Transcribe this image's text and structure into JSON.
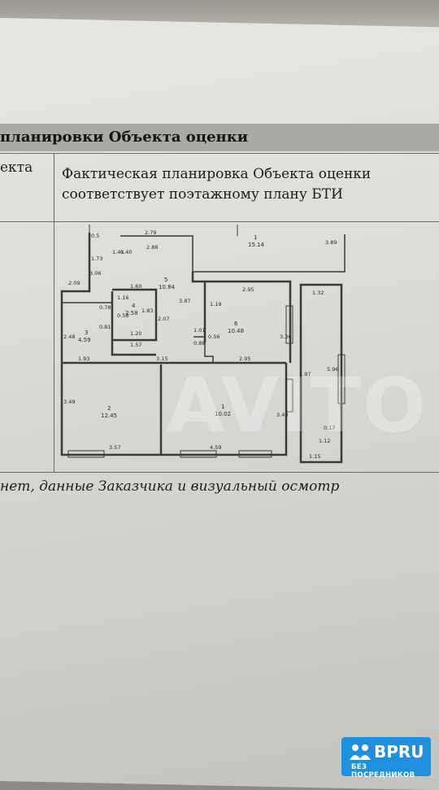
{
  "document": {
    "section_header": "планировки Объекта оценки",
    "row_label_fragment": "екта",
    "row_value_line1": "Фактическая планировка Объекта оценки",
    "row_value_line2": "соответствует поэтажному плану БТИ",
    "footnote": "нет, данные Заказчика и визуальный осмотр"
  },
  "floor_plan": {
    "rooms": [
      {
        "number": "1",
        "area": "15.14"
      },
      {
        "number": "2",
        "area": "12.45"
      },
      {
        "number": "1",
        "area": "10.02"
      },
      {
        "number": "4",
        "area": "2.58"
      },
      {
        "number": "5",
        "area": "10.84"
      },
      {
        "number": "6",
        "area": "10.48"
      },
      {
        "number": "3",
        "area": "4.59"
      }
    ],
    "dimensions": [
      "2.79",
      "2.88",
      "2.09",
      "3.06",
      "1.60",
      "2.95",
      "1.32",
      "3.87",
      "2.07",
      "1.57",
      "3.15",
      "2.95",
      "1.93",
      "3.57",
      "4.59",
      "3.49",
      "3.49",
      "5.96",
      "1.97",
      "3.36",
      "1.12",
      "1.15",
      "0.17",
      "0.88",
      "1.01",
      "0.56",
      "1.19",
      "1.20",
      "2.48",
      "0.78",
      "0.81",
      "1.73",
      "1.41",
      "0.40",
      "0.5",
      "1.83",
      "1.16",
      "0.58",
      "3.89"
    ]
  },
  "watermark": "AVITO",
  "badge": {
    "name": "BPRU",
    "subtitle": "БЕЗ ПОСРЕДНИКОВ",
    "icon": "people-icon",
    "color": "#1f8fe0"
  }
}
